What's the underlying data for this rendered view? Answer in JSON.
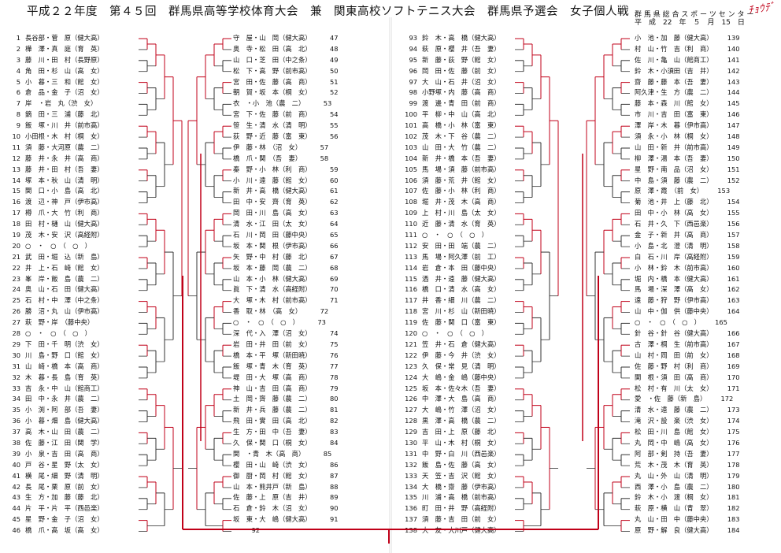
{
  "title": "平成２２年度　第４５回　群馬県高等学校体育大会　兼　関東高校ソフトテニス大会　群馬県予選会　女子個人戦",
  "handwritten_corner": "ﾁｮｳﾃﾞ",
  "venue": [
    "群 馬 県 総 合 ス ポ ー ツ セ ン タ ー",
    "平　成　22　年　５　月　15　日"
  ],
  "col1": [
    {
      "n": "1",
      "t": "長谷部・菅　原（健大高）"
    },
    {
      "n": "2",
      "t": "樺　澤・真　庭（育　英）"
    },
    {
      "n": "3",
      "t": "藤　川・田　村（長野原）"
    },
    {
      "n": "4",
      "t": "角　田・杉　山（高　女）"
    },
    {
      "n": "5",
      "t": "小　暮・三　和（館　女）"
    },
    {
      "n": "6",
      "t": "倉　品・金　子（沼　女）"
    },
    {
      "n": "7",
      "t": "岸　・岩　丸（渋　女）"
    },
    {
      "n": "8",
      "t": "鏑　田・三　浦（藤　北）"
    },
    {
      "n": "9",
      "t": "飯　塚・川　井（前市高）"
    },
    {
      "n": "10",
      "t": "小田根・木　村（桐　女）"
    },
    {
      "n": "11",
      "t": "須　藤・大河原（農　二）"
    },
    {
      "n": "12",
      "t": "藤　井・永　井（高　商）"
    },
    {
      "n": "13",
      "t": "藤　井・田　村（吾　妻）"
    },
    {
      "n": "14",
      "t": "塚　本・秋　山（清　明）"
    },
    {
      "n": "15",
      "t": "関　口・小　島（高　北）"
    },
    {
      "n": "16",
      "t": "渡　辺・神　戸（伊市高）"
    },
    {
      "n": "17",
      "t": "樽　爪・大　竹（利　商）"
    },
    {
      "n": "18",
      "t": "田　村・樋　山（健大高）"
    },
    {
      "n": "19",
      "t": "茂　木・安　沢（高経附）"
    },
    {
      "n": "20",
      "t": "○　・　○　（　○　）"
    },
    {
      "n": "21",
      "t": "武　田・堀　込（新　島）"
    },
    {
      "n": "22",
      "t": "井　上・石　崎（館　女）"
    },
    {
      "n": "23",
      "t": "峯　岸・飯　島（農　二）"
    },
    {
      "n": "24",
      "t": "奥　山・石　田（健大高）"
    },
    {
      "n": "25",
      "t": "石　村・中　澤（中之条）"
    },
    {
      "n": "26",
      "t": "勝　沼・丸　山（伊市高）"
    },
    {
      "n": "27",
      "t": "萩　野・岸　（藤中央）"
    },
    {
      "n": "28",
      "t": "○　・　○　（　○　）"
    },
    {
      "n": "29",
      "t": "下　田・千　明（渋　女）"
    },
    {
      "n": "30",
      "t": "川　島・野　口（館　女）"
    },
    {
      "n": "31",
      "t": "山　崎・橋　本（高　商）"
    },
    {
      "n": "32",
      "t": "木　暮・長　島（育　英）"
    },
    {
      "n": "33",
      "t": "吉　永・中　山（館商工）"
    },
    {
      "n": "34",
      "t": "田　中・永　井（農　二）"
    },
    {
      "n": "35",
      "t": "小　渕・阿　部（吾　妻）"
    },
    {
      "n": "36",
      "t": "小　暮・畑　島（健大高）"
    },
    {
      "n": "37",
      "t": "高　木・山　田（農　二）"
    },
    {
      "n": "38",
      "t": "佐　藤・江　田（関　学）"
    },
    {
      "n": "39",
      "t": "小　泉・吉　田（高　商）"
    },
    {
      "n": "40",
      "t": "戸　谷・星　野（太　女）"
    },
    {
      "n": "41",
      "t": "横　尾・細　野（清　明）"
    },
    {
      "n": "42",
      "t": "長　尾・栗　原（前　女）"
    },
    {
      "n": "43",
      "t": "生　方・加　藤（藤　北）"
    },
    {
      "n": "44",
      "t": "片　平・片　平（西邑楽）"
    },
    {
      "n": "45",
      "t": "星　野・金　子（沼　女）"
    },
    {
      "n": "46",
      "t": "橋　爪・高　坂（高　女）"
    }
  ],
  "col2": [
    {
      "n": "47",
      "t": "守　屋・山　岡（健大高）"
    },
    {
      "n": "48",
      "t": "奥　寺・松　田（高　北）"
    },
    {
      "n": "49",
      "t": "山　口・芝　田（中之条）"
    },
    {
      "n": "50",
      "t": "松　下・高　野（前市高）"
    },
    {
      "n": "51",
      "t": "宮　田・佐　藤（高　商）"
    },
    {
      "n": "52",
      "t": "朝　賀・坂　本（桐　女）"
    },
    {
      "n": "53",
      "t": "衣　・小　池（農　二）"
    },
    {
      "n": "54",
      "t": "宮　下・佐　藤（前　商）"
    },
    {
      "n": "55",
      "t": "笹　生・清　水（清　明）"
    },
    {
      "n": "56",
      "t": "荻　野・近　藤（富　東）"
    },
    {
      "n": "57",
      "t": "伊　藤・林　（沼　女）"
    },
    {
      "n": "58",
      "t": "橋　爪・関　（吾　妻）"
    },
    {
      "n": "59",
      "t": "秦　野・小　林（利　商）"
    },
    {
      "n": "60",
      "t": "小　川・遠　藤（館　女）"
    },
    {
      "n": "61",
      "t": "新　井・高　橋（健大高）"
    },
    {
      "n": "62",
      "t": "田　中・安　齊（育　英）"
    },
    {
      "n": "63",
      "t": "岡　田・川　島（高　女）"
    },
    {
      "n": "64",
      "t": "清　水・江　田（太　女）"
    },
    {
      "n": "65",
      "t": "石　川・岡　田（藤中央）"
    },
    {
      "n": "66",
      "t": "坂　本・関　根（伊市高）"
    },
    {
      "n": "67",
      "t": "矢　野・中　村（藤　北）"
    },
    {
      "n": "68",
      "t": "坂　本・藤　岡（農　二）"
    },
    {
      "n": "69",
      "t": "山　本・小　林（健大高）"
    },
    {
      "n": "70",
      "t": "眞　下・清　水（高経附）"
    },
    {
      "n": "71",
      "t": "大　塚・木　村（前市高）"
    },
    {
      "n": "72",
      "t": "香　取・林　（高　女）"
    },
    {
      "n": "73",
      "t": "○　・　○　（　○　）"
    },
    {
      "n": "74",
      "t": "深　代・入　澤（沼　女）"
    },
    {
      "n": "75",
      "t": "岩　田・井　田（前　女）"
    },
    {
      "n": "76",
      "t": "橋　本・平　塚（新田暁）"
    },
    {
      "n": "77",
      "t": "飯　塚・青　木（育　英）"
    },
    {
      "n": "78",
      "t": "堤　田・大　塚（高　商）"
    },
    {
      "n": "79",
      "t": "神　山・吉　田（高　商）"
    },
    {
      "n": "80",
      "t": "土　岡・齊　藤（農　二）"
    },
    {
      "n": "81",
      "t": "新　井・兵　藤（農　二）"
    },
    {
      "n": "82",
      "t": "飛　田・實　田（高　北）"
    },
    {
      "n": "83",
      "t": "生　方・田　中（吾　妻）"
    },
    {
      "n": "84",
      "t": "久　保・関　口（桐　女）"
    },
    {
      "n": "85",
      "t": "関　・青　木（高　商）"
    },
    {
      "n": "86",
      "t": "櫻　田・山　崎（渋　女）"
    },
    {
      "n": "87",
      "t": "御　厨・岡　村（館　女）"
    },
    {
      "n": "88",
      "t": "山　本・熊井戸（新　島）"
    },
    {
      "n": "89",
      "t": "佐　藤・上　原（吉　井）"
    },
    {
      "n": "90",
      "t": "石　倉・鈴　木（沼　女）"
    },
    {
      "n": "91",
      "t": "坂　東・大　嶋（健大高）"
    },
    {
      "n": "92",
      "t": ""
    }
  ],
  "col3": [
    {
      "n": "93",
      "t": "鈴　木・高　橋（健大高）"
    },
    {
      "n": "94",
      "t": "萩　原・櫻　井（吾　妻）"
    },
    {
      "n": "95",
      "t": "新　藤・荻　野（館　女）"
    },
    {
      "n": "96",
      "t": "岡　田・佐　藤（前　女）"
    },
    {
      "n": "97",
      "t": "大　山・石　井（沼　女）"
    },
    {
      "n": "98",
      "t": "小野塚・内　藤（高　商）"
    },
    {
      "n": "99",
      "t": "渡　邊・青　田（前　商）"
    },
    {
      "n": "100",
      "t": "平　柳・中　山（高　北）"
    },
    {
      "n": "101",
      "t": "高　橋・小　林（富　東）"
    },
    {
      "n": "102",
      "t": "茂　木・下　谷（農　二）"
    },
    {
      "n": "103",
      "t": "山　田・大　竹（農　二）"
    },
    {
      "n": "104",
      "t": "新　井・橋　本（吾　妻）"
    },
    {
      "n": "105",
      "t": "馬　場・須　藤（前市高）"
    },
    {
      "n": "106",
      "t": "須　藤・荒　井（館　女）"
    },
    {
      "n": "107",
      "t": "佐　藤・小　林（利　商）"
    },
    {
      "n": "108",
      "t": "堀　井・茂　木（高　商）"
    },
    {
      "n": "109",
      "t": "上　村・川　島（太　女）"
    },
    {
      "n": "110",
      "t": "近　藤・清　水（育　英）"
    },
    {
      "n": "111",
      "t": "○　・　○　（　○　）"
    },
    {
      "n": "112",
      "t": "安　田・田　端（農　二）"
    },
    {
      "n": "113",
      "t": "馬　場・阿久澤（前　工）"
    },
    {
      "n": "114",
      "t": "岩　倉・本　田（藤中央）"
    },
    {
      "n": "115",
      "t": "酒　井・遠　藤（健大高）"
    },
    {
      "n": "116",
      "t": "橋　口・清　水（高　女）"
    },
    {
      "n": "117",
      "t": "井　香・細　川（農　二）"
    },
    {
      "n": "118",
      "t": "宮　川・杉　山（新田暁）"
    },
    {
      "n": "119",
      "t": "佐　藤・関　口（富　東）"
    },
    {
      "n": "120",
      "t": "○　・　○　（　○　）"
    },
    {
      "n": "121",
      "t": "笠　井・石　倉（健大高）"
    },
    {
      "n": "122",
      "t": "伊　藤・今　井（渋　女）"
    },
    {
      "n": "123",
      "t": "久　保・常　見（清　明）"
    },
    {
      "n": "124",
      "t": "大　嶋・金　嶋（藤中央）"
    },
    {
      "n": "125",
      "t": "坂　本・佐々木（吾　妻）"
    },
    {
      "n": "126",
      "t": "中　澤・大　島（高　商）"
    },
    {
      "n": "127",
      "t": "大　嶋・竹　澤（沼　女）"
    },
    {
      "n": "128",
      "t": "黒　澤・高　橋（農　二）"
    },
    {
      "n": "129",
      "t": "吉　田・上　原（藤　北）"
    },
    {
      "n": "130",
      "t": "平　山・木　村（桐　女）"
    },
    {
      "n": "131",
      "t": "中　野・白　川（西邑楽）"
    },
    {
      "n": "132",
      "t": "飯　島・佐　藤（高　女）"
    },
    {
      "n": "133",
      "t": "天　笠・吉　沢（館　女）"
    },
    {
      "n": "134",
      "t": "大　橋・齋　藤（伊市高）"
    },
    {
      "n": "135",
      "t": "川　浦・高　橋（前市高）"
    },
    {
      "n": "136",
      "t": "町　田・井　野（高経附）"
    },
    {
      "n": "137",
      "t": "須　藤・吉　田（前　女）"
    },
    {
      "n": "138",
      "t": "大　友・大川戸（健大高）"
    }
  ],
  "col4": [
    {
      "n": "139",
      "t": "小　池・加　藤（健大高）"
    },
    {
      "n": "140",
      "t": "村　山・竹　吉（利　商）"
    },
    {
      "n": "141",
      "t": "佐　川・亀　山（館商工）"
    },
    {
      "n": "142",
      "t": "鈴　木・小須田（吉　井）"
    },
    {
      "n": "143",
      "t": "齋　藤・藤　本（吾　妻）"
    },
    {
      "n": "144",
      "t": "阿久津・生　方（農　二）"
    },
    {
      "n": "145",
      "t": "藤　本・森　川（館　女）"
    },
    {
      "n": "146",
      "t": "市　川・吉　田（富　東）"
    },
    {
      "n": "147",
      "t": "澤　岸・木　暮（伊市高）"
    },
    {
      "n": "148",
      "t": "須　永・小　林（桐　女）"
    },
    {
      "n": "149",
      "t": "山　田・新　井（前市高）"
    },
    {
      "n": "150",
      "t": "柳　澤・湯　本（吾　妻）"
    },
    {
      "n": "151",
      "t": "星　野・南　品（沼　女）"
    },
    {
      "n": "152",
      "t": "中　島・須　藤（農　二）"
    },
    {
      "n": "153",
      "t": "原　澤・霞　（前　女）"
    },
    {
      "n": "154",
      "t": "菊　池・井　上（藤　北）"
    },
    {
      "n": "155",
      "t": "田　中・小　林（高　女）"
    },
    {
      "n": "156",
      "t": "石　井・久　下（西邑楽）"
    },
    {
      "n": "157",
      "t": "金　子・新　井（高　商）"
    },
    {
      "n": "158",
      "t": "小　島・北　澄（清　明）"
    },
    {
      "n": "159",
      "t": "白　石・川　岸（高経附）"
    },
    {
      "n": "160",
      "t": "小　林・鈴　木（前市高）"
    },
    {
      "n": "161",
      "t": "堀　内・橋　本（健大高）"
    },
    {
      "n": "162",
      "t": "馬　場・深　澤（高　女）"
    },
    {
      "n": "163",
      "t": "遠　藤・狩　野（伊市高）"
    },
    {
      "n": "164",
      "t": "山　中・伽　供（藤中央）"
    },
    {
      "n": "165",
      "t": "○　・　○　（　○　）"
    },
    {
      "n": "166",
      "t": "針　谷・針　谷（健大高）"
    },
    {
      "n": "167",
      "t": "古　澤・桐　生（前市高）"
    },
    {
      "n": "168",
      "t": "山　村・岡　田（前　女）"
    },
    {
      "n": "169",
      "t": "佐　藤・野　村（利　商）"
    },
    {
      "n": "170",
      "t": "関　根・須　田（高　商）"
    },
    {
      "n": "171",
      "t": "松　村・有　川（太　女）"
    },
    {
      "n": "172",
      "t": "愛　・佐　藤（新　島）"
    },
    {
      "n": "173",
      "t": "清　水・遠　藤（農　二）"
    },
    {
      "n": "174",
      "t": "滝　沢・設　楽（渋　女）"
    },
    {
      "n": "175",
      "t": "松　田・川　島（館　女）"
    },
    {
      "n": "176",
      "t": "丸　岡・中　嶋（高　女）"
    },
    {
      "n": "177",
      "t": "阿　部・剣　持（吾　妻）"
    },
    {
      "n": "178",
      "t": "荒　木・茂　木（育　英）"
    },
    {
      "n": "179",
      "t": "丸　山・外　山（清　明）"
    },
    {
      "n": "180",
      "t": "西　澤・小　島（農　二）"
    },
    {
      "n": "181",
      "t": "鈴　木・小　渡（桐　女）"
    },
    {
      "n": "182",
      "t": "萩　原・横　山（青　翠）"
    },
    {
      "n": "183",
      "t": "丸　山・田　中（藤中央）"
    },
    {
      "n": "184",
      "t": "原　野・解　良（健大高）"
    }
  ]
}
